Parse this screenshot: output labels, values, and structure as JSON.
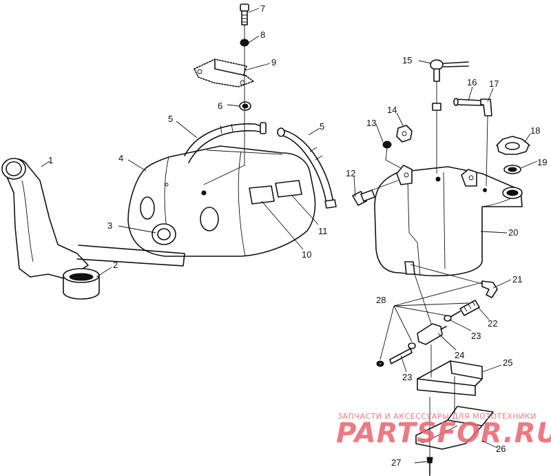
{
  "callouts": [
    "1",
    "2",
    "3",
    "4",
    "5",
    "5",
    "6",
    "7",
    "8",
    "9",
    "10",
    "11",
    "12",
    "13",
    "14",
    "15",
    "16",
    "17",
    "18",
    "19",
    "20",
    "21",
    "22",
    "23",
    "23",
    "24",
    "25",
    "26",
    "27",
    "28"
  ],
  "watermark": {
    "line1": "ЗАПЧАСТИ И АКСЕССУАРЫ ДЛЯ МОТОТЕХНИКИ",
    "line2": "PARTSFOR.RU",
    "color": "#e8646e"
  }
}
